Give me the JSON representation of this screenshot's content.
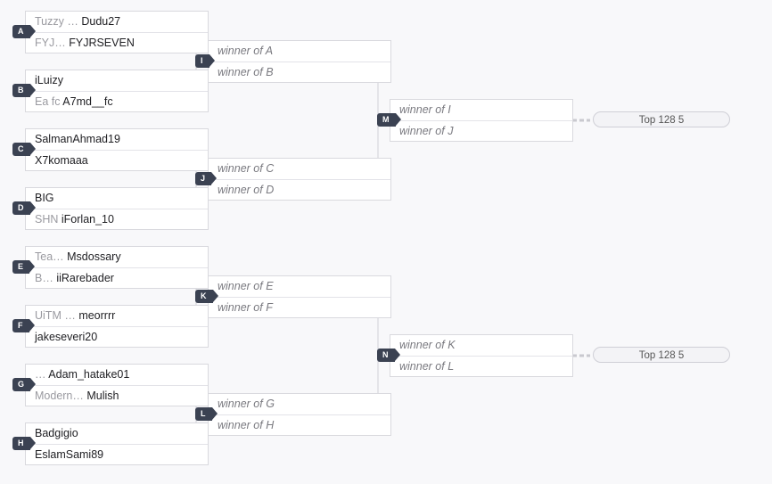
{
  "round1": [
    {
      "label": "A",
      "slots": [
        {
          "tag": "Tuzzy …",
          "name": "Dudu27"
        },
        {
          "tag": "FYJ…",
          "name": "FYJRSEVEN"
        }
      ]
    },
    {
      "label": "B",
      "slots": [
        {
          "tag": "",
          "name": "iLuizy"
        },
        {
          "tag": "Ea fc",
          "name": "A7md__fc"
        }
      ]
    },
    {
      "label": "C",
      "slots": [
        {
          "tag": "",
          "name": "SalmanAhmad19"
        },
        {
          "tag": "",
          "name": "X7komaaa"
        }
      ]
    },
    {
      "label": "D",
      "slots": [
        {
          "tag": "",
          "name": "BIG"
        },
        {
          "tag": "SHN",
          "name": "iForlan_10"
        }
      ]
    },
    {
      "label": "E",
      "slots": [
        {
          "tag": "Tea…",
          "name": "Msdossary"
        },
        {
          "tag": "B…",
          "name": "iiRarebader"
        }
      ]
    },
    {
      "label": "F",
      "slots": [
        {
          "tag": "UiTM …",
          "name": "meorrrr"
        },
        {
          "tag": "",
          "name": "jakeseveri20"
        }
      ]
    },
    {
      "label": "G",
      "slots": [
        {
          "tag": "…",
          "name": "Adam_hatake01"
        },
        {
          "tag": "Modern…",
          "name": "Mulish"
        }
      ]
    },
    {
      "label": "H",
      "slots": [
        {
          "tag": "",
          "name": "Badgigio"
        },
        {
          "tag": "",
          "name": "EslamSami89"
        }
      ]
    }
  ],
  "round2": [
    {
      "label": "I",
      "slots": [
        "winner of A",
        "winner of B"
      ]
    },
    {
      "label": "J",
      "slots": [
        "winner of C",
        "winner of D"
      ]
    },
    {
      "label": "K",
      "slots": [
        "winner of E",
        "winner of F"
      ]
    },
    {
      "label": "L",
      "slots": [
        "winner of G",
        "winner of H"
      ]
    }
  ],
  "round3": [
    {
      "label": "M",
      "slots": [
        "winner of I",
        "winner of J"
      ]
    },
    {
      "label": "N",
      "slots": [
        "winner of K",
        "winner of L"
      ]
    }
  ],
  "finals": [
    "Top 128 5",
    "Top 128 5"
  ]
}
